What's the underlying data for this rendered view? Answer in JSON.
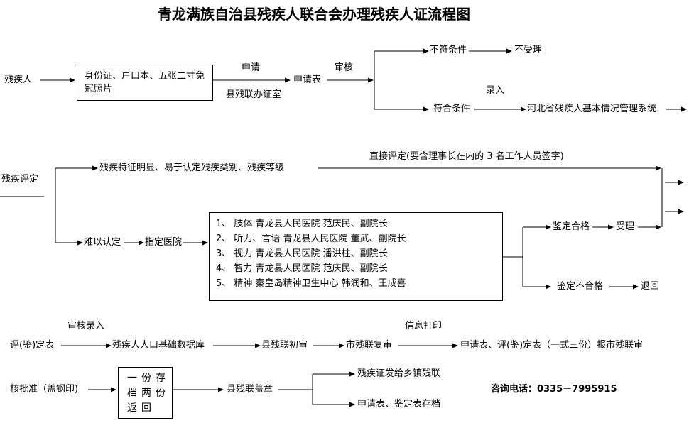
{
  "title": "青龙满族自治县残疾人联合会办理残疾人证流程图",
  "row1": {
    "applicant": "残疾人",
    "documents": "身份证、户口本、五张二寸免冠照片",
    "apply": "申请",
    "office": "县残联办证室",
    "form": "申请表",
    "review": "审核",
    "not_qualified": "不符条件",
    "not_accepted": "不受理",
    "qualified": "符合条件",
    "entry": "录入",
    "system": "河北省残疾人基本情况管理系统"
  },
  "row2": {
    "evaluation": "残疾评定",
    "obvious": "残疾特征明显、易于认定残疾类别、残疾等级",
    "direct": "直接评定(要含理事长在内的 3 名工作人员签字)",
    "hard": "难以认定",
    "designated": "指定医院",
    "hospitals": [
      "1、 肢体   青龙县人民医院  范庆民、副院长",
      "2、 听力、言语   青龙县人民医院  董武、副院长",
      "3、  视力   青龙县人民医院  潘洪柱、副院长",
      "4、  智力   青龙县人民医院  范庆民、副院长",
      "5、  精神     秦皇岛精神卫生中心     韩润和、王成喜"
    ],
    "pass": "鉴定合格",
    "accept": "受理",
    "fail": "鉴定不合格",
    "return": "退回"
  },
  "row3": {
    "review_entry": "审核录入",
    "evaluation_form": "评(鉴)定表",
    "database": "残疾人人口基础数据库",
    "county_review": "县残联初审",
    "city_review": "市残联复审",
    "print": "信息打印",
    "report": "申请表、评(鉴)定表（一式三份）报市残联审"
  },
  "row4": {
    "approval": "核批准（盖钢印)",
    "archive_lines": [
      "一份存",
      "档两份",
      "返回"
    ],
    "seal": "县残联盖章",
    "issue": "残疾证发给乡镇残联",
    "file": "申请表、鉴定表存档",
    "phone": "咨询电话：0335－7995915"
  }
}
